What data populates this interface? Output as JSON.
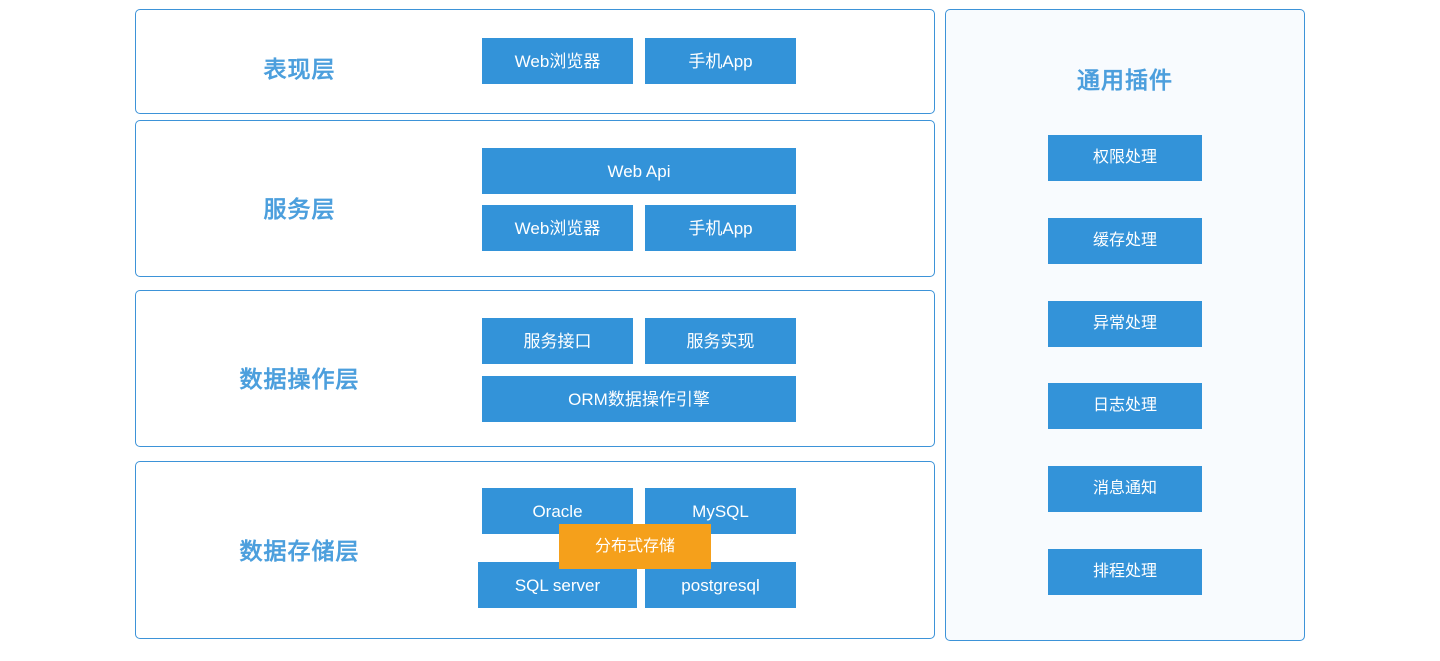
{
  "diagram": {
    "colors": {
      "block_blue": "#3393d9",
      "accent_orange": "#f5a01b",
      "panel_border": "#3d93d8",
      "title_blue": "#4c9fdd",
      "plugin_panel_bg": "#f8fbfe",
      "block_text": "#ffffff",
      "page_bg": "#ffffff"
    },
    "layers": [
      {
        "id": "presentation",
        "title": "表现层",
        "blocks": [
          {
            "label": "Web浏览器"
          },
          {
            "label": "手机App"
          }
        ]
      },
      {
        "id": "service",
        "title": "服务层",
        "blocks": [
          {
            "label": "Web  Api"
          },
          {
            "label": "Web浏览器"
          },
          {
            "label": "手机App"
          }
        ]
      },
      {
        "id": "data-operation",
        "title": "数据操作层",
        "blocks": [
          {
            "label": "服务接口"
          },
          {
            "label": "服务实现"
          },
          {
            "label": "ORM数据操作引擎"
          }
        ]
      },
      {
        "id": "data-storage",
        "title": "数据存储层",
        "blocks": [
          {
            "label": "Oracle"
          },
          {
            "label": "MySQL"
          },
          {
            "label": "SQL server"
          },
          {
            "label": "postgresql"
          },
          {
            "label": "分布式存储"
          }
        ]
      }
    ],
    "plugins": {
      "title": "通用插件",
      "items": [
        {
          "label": "权限处理"
        },
        {
          "label": "缓存处理"
        },
        {
          "label": "异常处理"
        },
        {
          "label": "日志处理"
        },
        {
          "label": "消息通知"
        },
        {
          "label": "排程处理"
        }
      ]
    }
  }
}
